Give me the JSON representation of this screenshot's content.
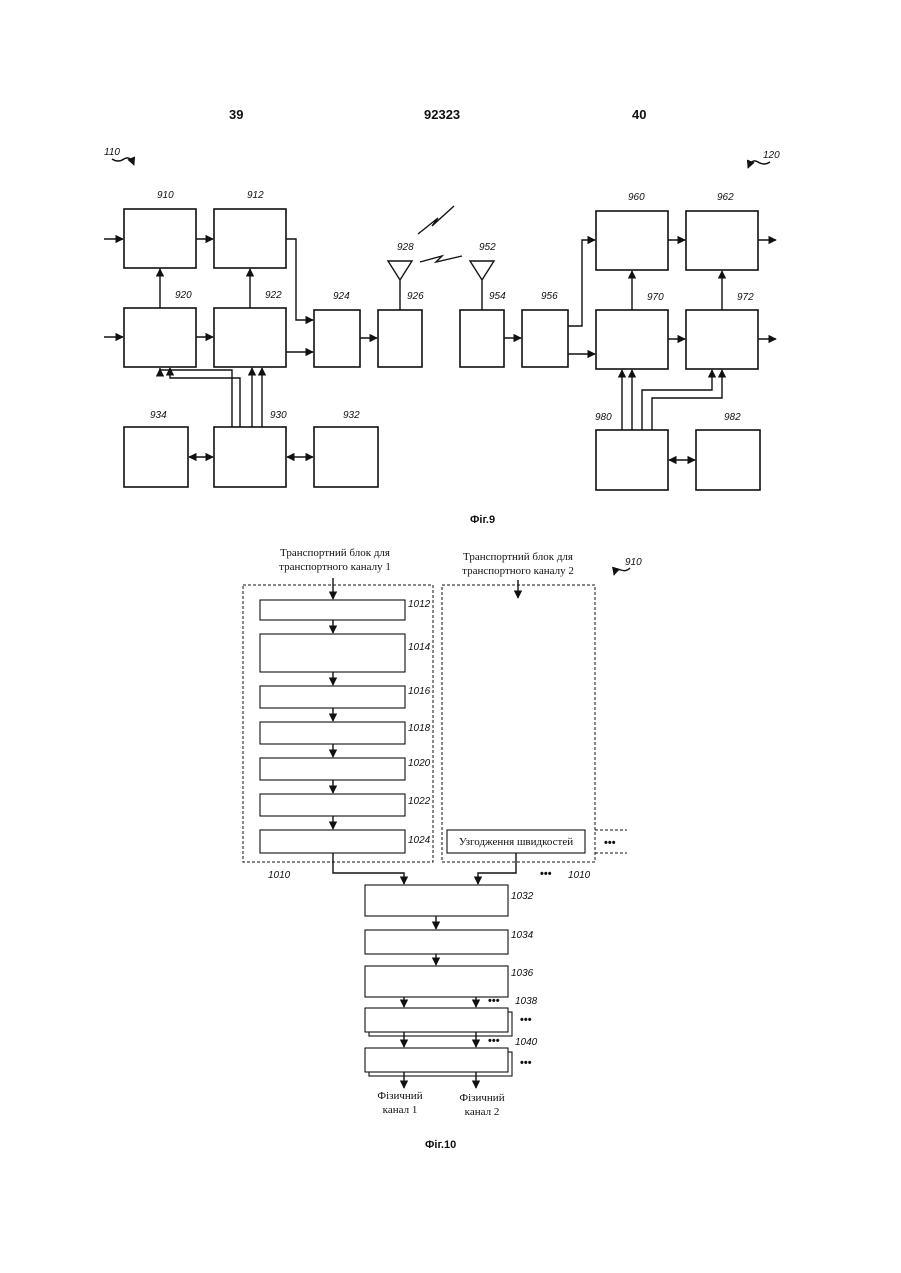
{
  "header": {
    "left_page": "39",
    "patent_number": "92323",
    "right_page": "40"
  },
  "fig9": {
    "caption": "Фіг.9",
    "labels": {
      "sys_tx": "110",
      "sys_rx": "120",
      "b910": "910",
      "b912": "912",
      "b920": "920",
      "b922": "922",
      "b924": "924",
      "b926": "926",
      "a928": "928",
      "b930": "930",
      "b932": "932",
      "b934": "934",
      "a952": "952",
      "b954": "954",
      "b956": "956",
      "b960": "960",
      "b962": "962",
      "b970": "970",
      "b972": "972",
      "b980": "980",
      "b982": "982"
    }
  },
  "fig10": {
    "caption": "Фіг.10",
    "ref": "910",
    "tb1_line1": "Транспортний блок для",
    "tb1_line2": "транспортного каналу 1",
    "tb2_line1": "Транспортний блок для",
    "tb2_line2": "транспортного каналу 2",
    "rate_matching": "Узгодження швидкостей",
    "labels": {
      "b1012": "1012",
      "b1014": "1014",
      "b1016": "1016",
      "b1018": "1018",
      "b1020": "1020",
      "b1022": "1022",
      "b1024": "1024",
      "g1010a": "1010",
      "g1010b": "1010",
      "b1032": "1032",
      "b1034": "1034",
      "b1036": "1036",
      "b1038": "1038",
      "b1040": "1040"
    },
    "phys1_line1": "Фізичний",
    "phys1_line2": "канал 1",
    "phys2_line1": "Фізичний",
    "phys2_line2": "канал 2",
    "ellipsis": "•••"
  }
}
